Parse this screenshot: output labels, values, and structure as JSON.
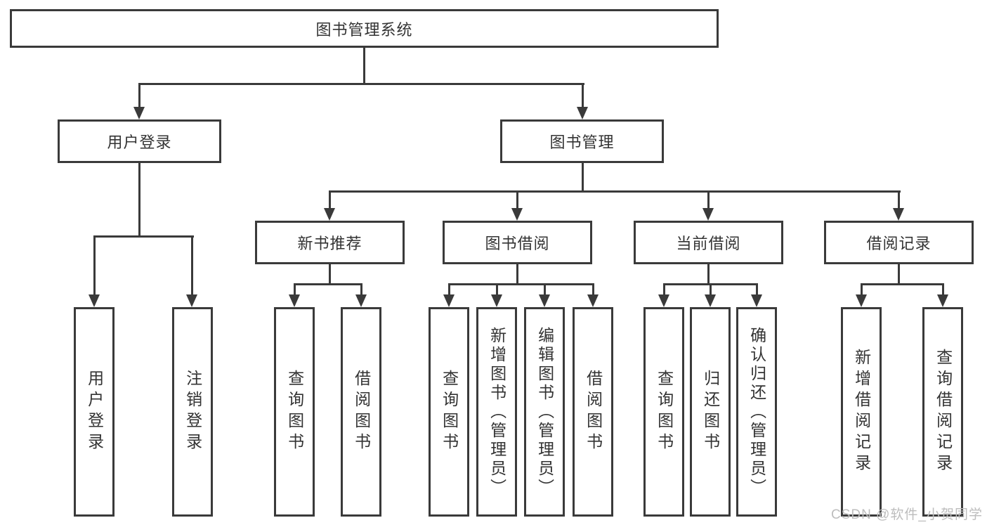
{
  "colors": {
    "line": "#3a3a3a",
    "text": "#333333",
    "box_background": "#ffffff",
    "watermark": "#bdbdbd"
  },
  "diagram": {
    "root": {
      "label": "图书管理系统"
    },
    "level2": [
      {
        "label": "用户登录"
      },
      {
        "label": "图书管理"
      }
    ],
    "level3": [
      {
        "label": "新书推荐"
      },
      {
        "label": "图书借阅"
      },
      {
        "label": "当前借阅"
      },
      {
        "label": "借阅记录"
      }
    ],
    "leaves": {
      "user_login": [
        "用户登录",
        "注销登录"
      ],
      "new_book": [
        "查询图书",
        "借阅图书"
      ],
      "book_borrow": [
        "查询图书",
        "新增图书（管理员）",
        "编辑图书（管理员）",
        "借阅图书"
      ],
      "current_borrow": [
        "查询图书",
        "归还图书",
        "确认归还（管理员）"
      ],
      "borrow_record": [
        "新增借阅记录",
        "查询借阅记录"
      ]
    }
  },
  "watermark": "CSDN @软件_小贺同学"
}
